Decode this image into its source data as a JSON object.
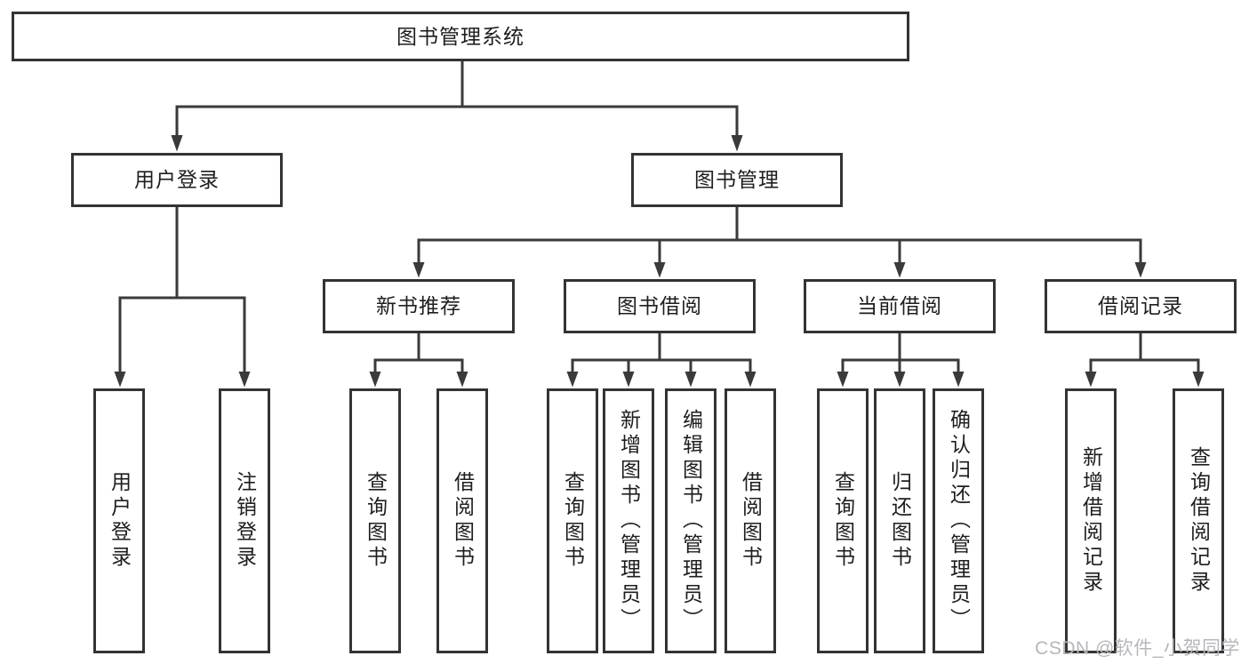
{
  "diagram_type": "hierarchy-tree",
  "style": {
    "background": "#ffffff",
    "line_color": "#3a3a3a",
    "box_border_color": "#333333",
    "text_color": "#1e1e1e",
    "watermark_color": "#b5b7bb"
  },
  "watermark": {
    "text": "CSDN @软件_小贺同学"
  },
  "tree": {
    "root": {
      "label": "图书管理系统",
      "children": [
        {
          "label": "用户登录",
          "children": [
            {
              "label": "用户登录"
            },
            {
              "label": "注销登录"
            }
          ]
        },
        {
          "label": "图书管理",
          "children": [
            {
              "label": "新书推荐",
              "children": [
                {
                  "label": "查询图书"
                },
                {
                  "label": "借阅图书"
                }
              ]
            },
            {
              "label": "图书借阅",
              "children": [
                {
                  "label": "查询图书"
                },
                {
                  "label": "新增图书（管理员）"
                },
                {
                  "label": "编辑图书（管理员）"
                },
                {
                  "label": "借阅图书"
                }
              ]
            },
            {
              "label": "当前借阅",
              "children": [
                {
                  "label": "查询图书"
                },
                {
                  "label": "归还图书"
                },
                {
                  "label": "确认归还（管理员）"
                }
              ]
            },
            {
              "label": "借阅记录",
              "children": [
                {
                  "label": "新增借阅记录"
                },
                {
                  "label": "查询借阅记录"
                }
              ]
            }
          ]
        }
      ]
    }
  }
}
